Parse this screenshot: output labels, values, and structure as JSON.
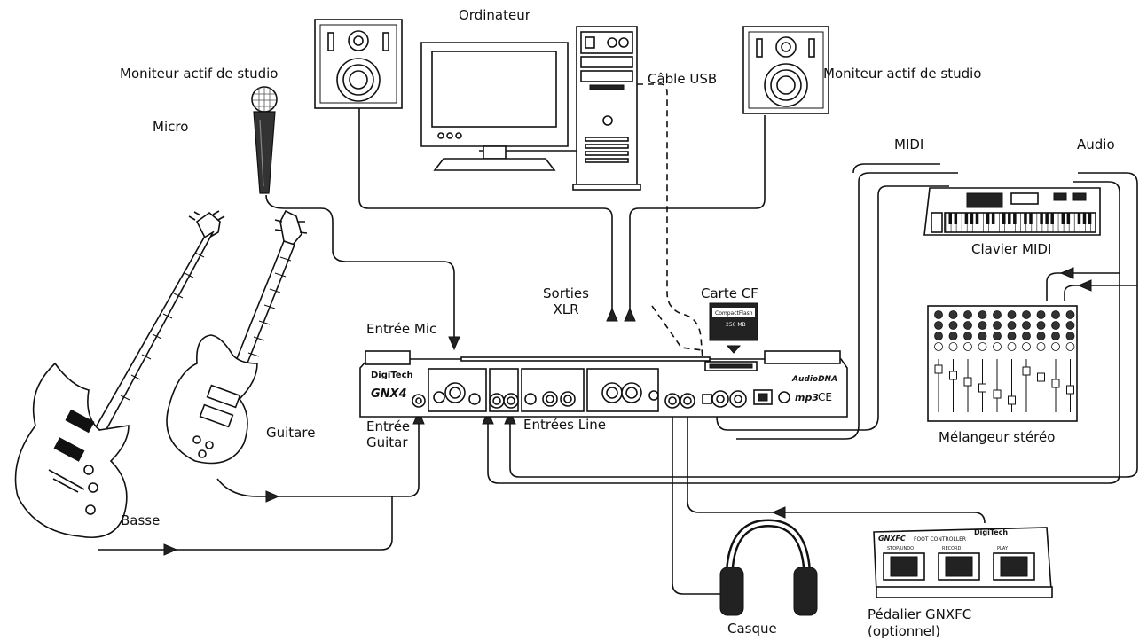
{
  "labels": {
    "computer": "Ordinateur",
    "monitor_left": "Moniteur actif de studio",
    "monitor_right": "Moniteur actif de studio",
    "usb_cable": "Câble USB",
    "mic": "Micro",
    "midi": "MIDI",
    "audio": "Audio",
    "midi_keyboard": "Clavier MIDI",
    "xlr_outputs_line1": "Sorties",
    "xlr_outputs_line2": "XLR",
    "cf_card": "Carte CF",
    "mic_input": "Entrée Mic",
    "line_inputs": "Entrées Line",
    "guitar_input_line1": "Entrée",
    "guitar_input_line2": "Guitar",
    "guitar": "Guitare",
    "bass": "Basse",
    "mixer": "Mélangeur stéréo",
    "headphones": "Casque",
    "footswitch_line1": "Pédalier GNXFC",
    "footswitch_line2": "(optionnel)"
  },
  "device": {
    "brand": "DigiTech",
    "model": "GNX4",
    "cf_card_text": "CompactFlash",
    "cf_card_size": "256 MB",
    "logo_mp3": "mp3",
    "logo_ce": "CE",
    "logo_audiodna": "AudioDNA"
  },
  "footswitch": {
    "brand": "DigiTech",
    "model_text": "GNXFC",
    "subtitle": "FOOT CONTROLLER",
    "buttons": [
      "STOP/UNDO",
      "RECORD",
      "PLAY"
    ]
  }
}
